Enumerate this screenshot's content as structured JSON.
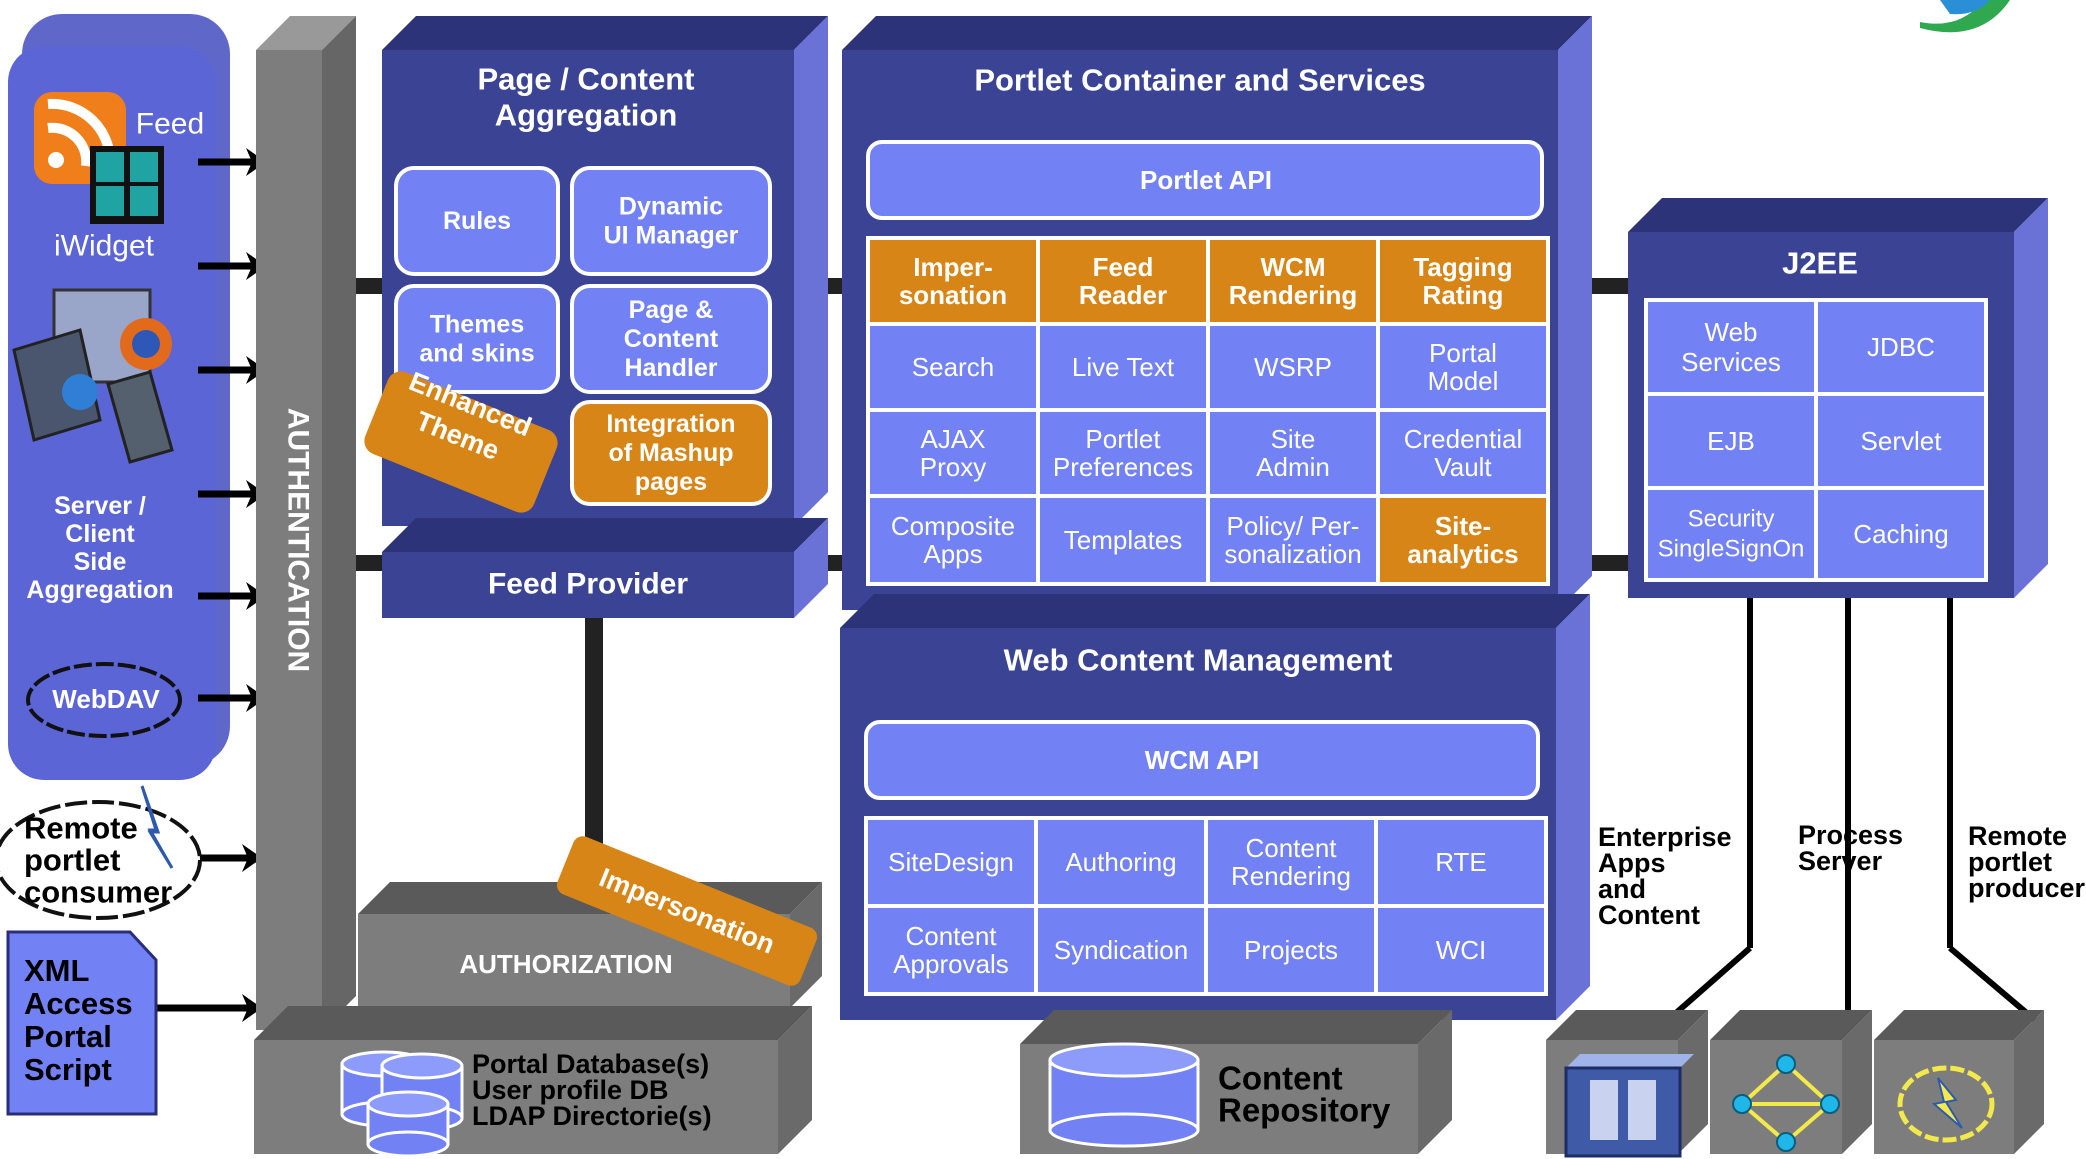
{
  "colors": {
    "navy": "#3B4494",
    "navy_side": "#6A72D8",
    "navy_top": "#2C3378",
    "cell": "#7282F4",
    "cell_border": "#FFFFFF",
    "orange": "#D88518",
    "gray": "#7D7D7D",
    "gray_dark": "#585858",
    "black": "#000000"
  },
  "left_panel": {
    "feed_label": "Feed",
    "iwidget_label": "iWidget",
    "aggregation_label": [
      "Server /",
      "Client",
      "Side",
      "Aggregation"
    ],
    "webdav_label": "WebDAV"
  },
  "authentication": {
    "label": "AUTHENTICATION"
  },
  "external_inputs": {
    "remote_consumer": [
      "Remote",
      "portlet",
      "consumer"
    ],
    "xml_access": [
      "XML",
      "Access",
      "Portal",
      "Script"
    ]
  },
  "aggregation": {
    "title": [
      "Page / Content",
      "Aggregation"
    ],
    "boxes": [
      {
        "label": [
          "Rules"
        ],
        "style": "blue"
      },
      {
        "label": [
          "Dynamic",
          "UI Manager"
        ],
        "style": "blue"
      },
      {
        "label": [
          "Themes",
          "and skins"
        ],
        "style": "blue"
      },
      {
        "label": [
          "Page &",
          "Content",
          "Handler"
        ],
        "style": "blue"
      },
      {
        "label": [
          "Integration",
          "of Mashup",
          "pages"
        ],
        "style": "orange"
      }
    ],
    "enhanced_theme": [
      "Enhanced",
      "Theme"
    ]
  },
  "feed_provider": {
    "label": "Feed Provider"
  },
  "authorization": {
    "label": "AUTHORIZATION",
    "impersonation": "Impersonation"
  },
  "portal_db": {
    "lines": [
      "Portal Database(s)",
      "User profile DB",
      "LDAP Directorie(s)"
    ]
  },
  "portlet_container": {
    "title": "Portlet Container and Services",
    "api": "Portlet API",
    "grid": [
      [
        {
          "label": [
            "Imper-",
            "sonation"
          ],
          "style": "orange"
        },
        {
          "label": [
            "Feed",
            "Reader"
          ],
          "style": "orange"
        },
        {
          "label": [
            "WCM",
            "Rendering"
          ],
          "style": "orange"
        },
        {
          "label": [
            "Tagging",
            "Rating"
          ],
          "style": "orange"
        }
      ],
      [
        {
          "label": [
            "Search"
          ],
          "style": "blue"
        },
        {
          "label": [
            "Live Text"
          ],
          "style": "blue"
        },
        {
          "label": [
            "WSRP"
          ],
          "style": "blue"
        },
        {
          "label": [
            "Portal",
            "Model"
          ],
          "style": "blue"
        }
      ],
      [
        {
          "label": [
            "AJAX",
            "Proxy"
          ],
          "style": "blue"
        },
        {
          "label": [
            "Portlet",
            "Preferences"
          ],
          "style": "blue"
        },
        {
          "label": [
            "Site",
            "Admin"
          ],
          "style": "blue"
        },
        {
          "label": [
            "Credential",
            "Vault"
          ],
          "style": "blue"
        }
      ],
      [
        {
          "label": [
            "Composite",
            "Apps"
          ],
          "style": "blue"
        },
        {
          "label": [
            "Templates"
          ],
          "style": "blue"
        },
        {
          "label": [
            "Policy/ Per-",
            "sonalization"
          ],
          "style": "blue"
        },
        {
          "label": [
            "Site-",
            "analytics"
          ],
          "style": "orange"
        }
      ]
    ]
  },
  "wcm": {
    "title": "Web Content Management",
    "api": "WCM API",
    "grid": [
      [
        {
          "label": [
            "SiteDesign"
          ]
        },
        {
          "label": [
            "Authoring"
          ]
        },
        {
          "label": [
            "Content",
            "Rendering"
          ]
        },
        {
          "label": [
            "RTE"
          ]
        }
      ],
      [
        {
          "label": [
            "Content",
            "Approvals"
          ]
        },
        {
          "label": [
            "Syndication"
          ]
        },
        {
          "label": [
            "Projects"
          ]
        },
        {
          "label": [
            "WCI"
          ]
        }
      ]
    ]
  },
  "content_repository": {
    "label": [
      "Content",
      "Repository"
    ]
  },
  "j2ee": {
    "title": "J2EE",
    "grid": [
      [
        {
          "label": [
            "Web",
            "Services"
          ]
        },
        {
          "label": [
            "JDBC"
          ]
        }
      ],
      [
        {
          "label": [
            "EJB"
          ]
        },
        {
          "label": [
            "Servlet"
          ]
        }
      ],
      [
        {
          "label": [
            "Security",
            "SingleSignOn"
          ]
        },
        {
          "label": [
            "Caching"
          ]
        }
      ]
    ]
  },
  "backends": [
    {
      "label": [
        "Enterprise",
        "Apps",
        "and",
        "Content"
      ],
      "icon": "server-icon"
    },
    {
      "label": [
        "Process",
        "Server"
      ],
      "icon": "process-flow-icon"
    },
    {
      "label": [
        "Remote",
        "portlet",
        "producer"
      ],
      "icon": "lightning-cloud-icon"
    }
  ]
}
